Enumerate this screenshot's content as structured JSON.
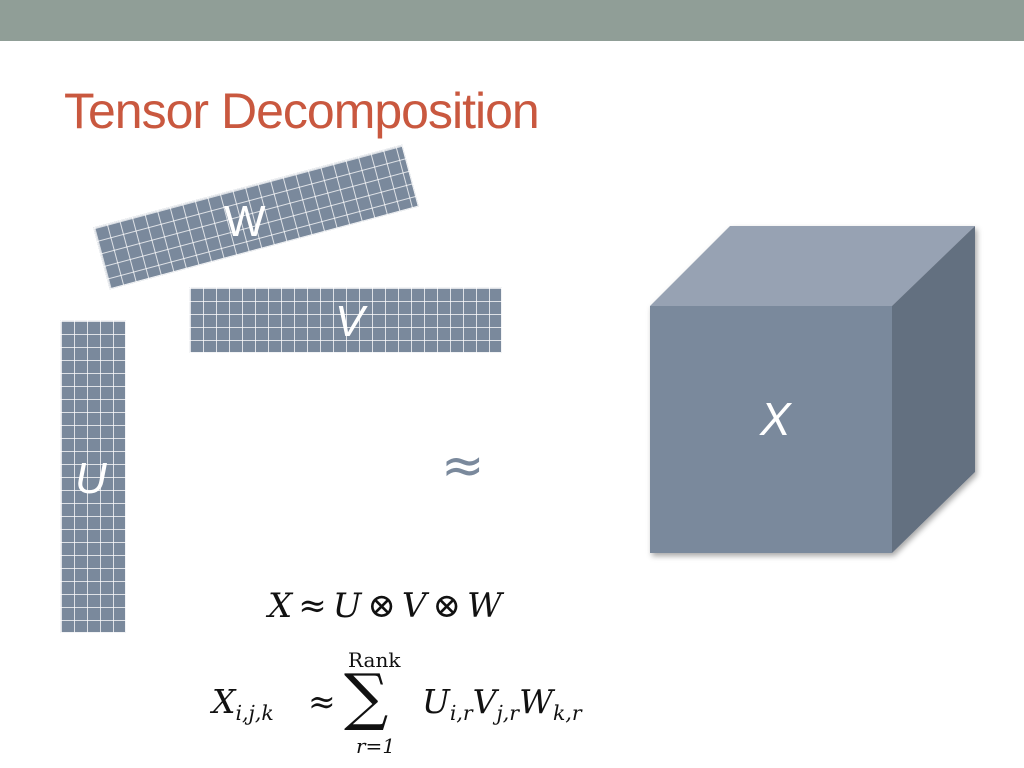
{
  "slide": {
    "title": "Tensor Decomposition",
    "title_color": "#c9583f",
    "bar_color": "#909e97"
  },
  "diagram": {
    "matrix_w_label": "W",
    "matrix_v_label": "V",
    "matrix_u_label": "U",
    "approx_symbol": "≈",
    "tensor_label": "X",
    "fill_color": "#7a899c"
  },
  "formulas": {
    "f1": {
      "x": "X",
      "approx": "≈",
      "u": "U",
      "otimes": "⊗",
      "v": "V",
      "w": "W"
    },
    "f2": {
      "lhs_base": "X",
      "lhs_sub": "i,j,k",
      "approx": "≈",
      "sum": "∑",
      "upper": "Rank",
      "lower": "r=1",
      "u_base": "U",
      "u_sub": "i,r",
      "v_base": "V",
      "v_sub": "j,r",
      "w_base": "W",
      "w_sub": "k,r"
    }
  }
}
